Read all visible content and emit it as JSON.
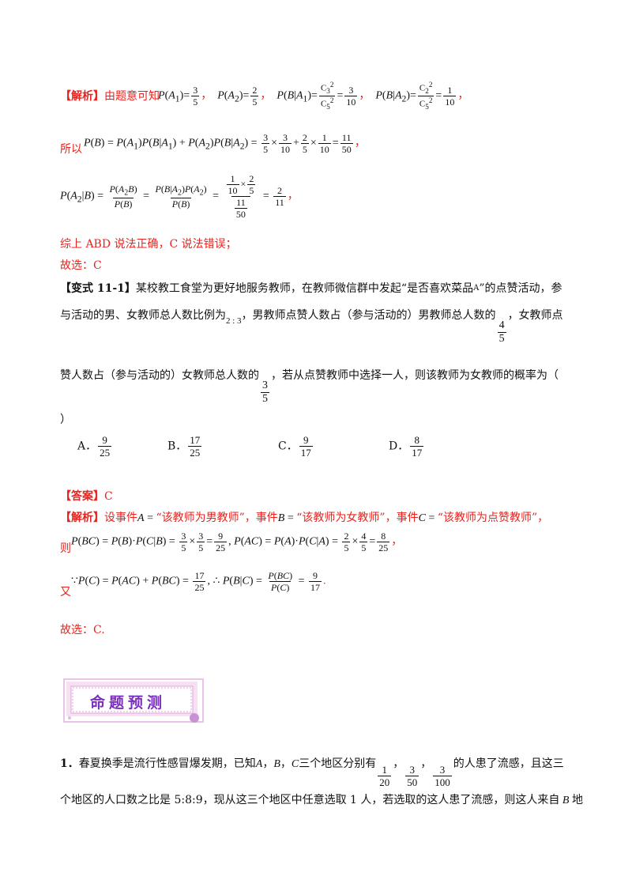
{
  "sol1": {
    "label": "【解析】",
    "intro": "由题意可知",
    "so": "所以",
    "conclusion": "综上 ABD 说法正确，C 说法错误；",
    "choice": "故选：C"
  },
  "variant": {
    "label": "【变式 11-1】",
    "line1": "某校教工食堂为更好地服务教师，在教师微信群中发起“是否喜欢菜品",
    "item_letter": "A",
    "line1_end": "”的点赞活动，参",
    "line2a": "与活动的男、女教师总人数比例为",
    "ratio": "2 : 3",
    "line2b": "，男教师点赞人数占（参与活动的）男教师总人数的",
    "line2c": "，女教师点",
    "line3a": "赞人数占（参与活动的）女教师总人数的",
    "line3b": "，若从点赞教师中选择一人，则该教师为女教师的概率为（",
    "line4": "）",
    "options": [
      {
        "label": "A．",
        "num": "9",
        "den": "25"
      },
      {
        "label": "B．",
        "num": "17",
        "den": "25"
      },
      {
        "label": "C．",
        "num": "9",
        "den": "17"
      },
      {
        "label": "D．",
        "num": "8",
        "den": "17"
      }
    ]
  },
  "answer": {
    "label": "【答案】",
    "value": "C"
  },
  "sol2": {
    "label": "【解析】",
    "lead": "设事件",
    "eventA": "“该教师为男教师”",
    "eventB": "“该教师为女教师”",
    "eventC": "“该教师为点赞教师”",
    "sep": "，事件",
    "then": "则",
    "also": "又",
    "choice": "故选：C."
  },
  "section": {
    "title": "命题预测"
  },
  "problem1": {
    "number": "1．",
    "text1": "春夏换季是流行性感冒爆发期，已知",
    "text1b": "三个地区分别有",
    "text1c": "的人患了流感，且这三",
    "text2": "个地区的人口数之比是 5:8:9，现从这三个地区中任意选取 1 人，若选取的这人患了流感，则这人来自",
    "text2b": "地"
  },
  "colors": {
    "red": "#e8231e",
    "banner_purple": "#7b2fbf",
    "banner_pink": "#f4d4ee"
  }
}
